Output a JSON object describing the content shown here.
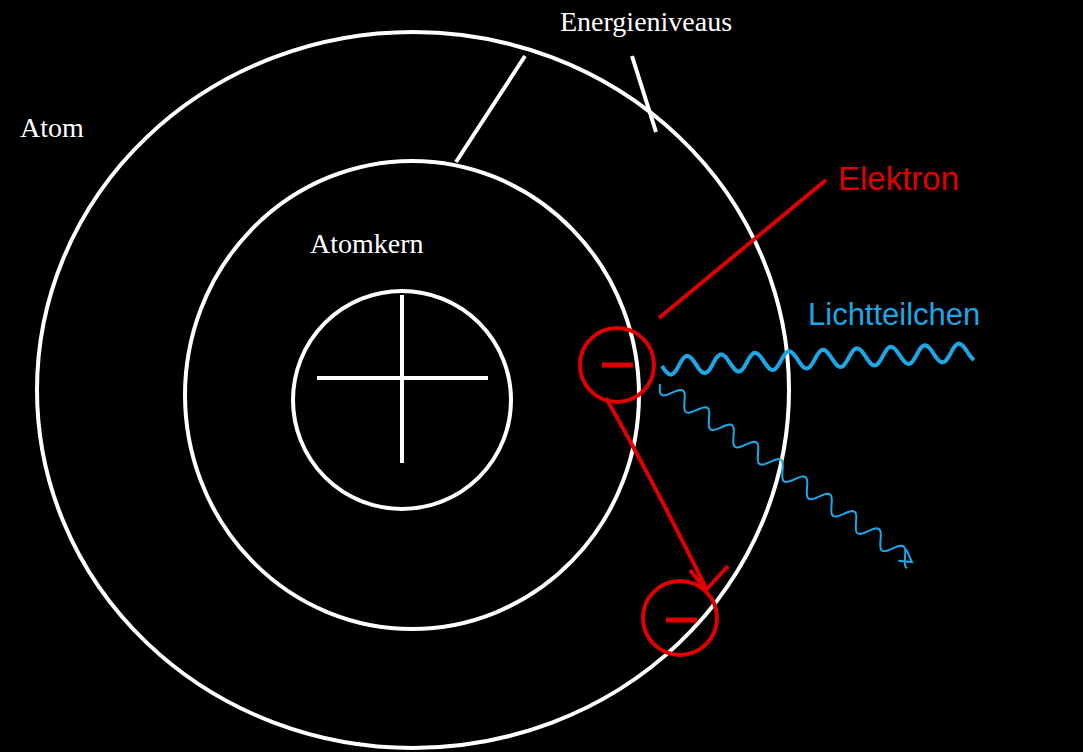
{
  "diagram": {
    "labels": [
      "Energieniveaus",
      "Atom",
      "Atomkern",
      "Elektron",
      "Lichtteilchen"
    ]
  }
}
